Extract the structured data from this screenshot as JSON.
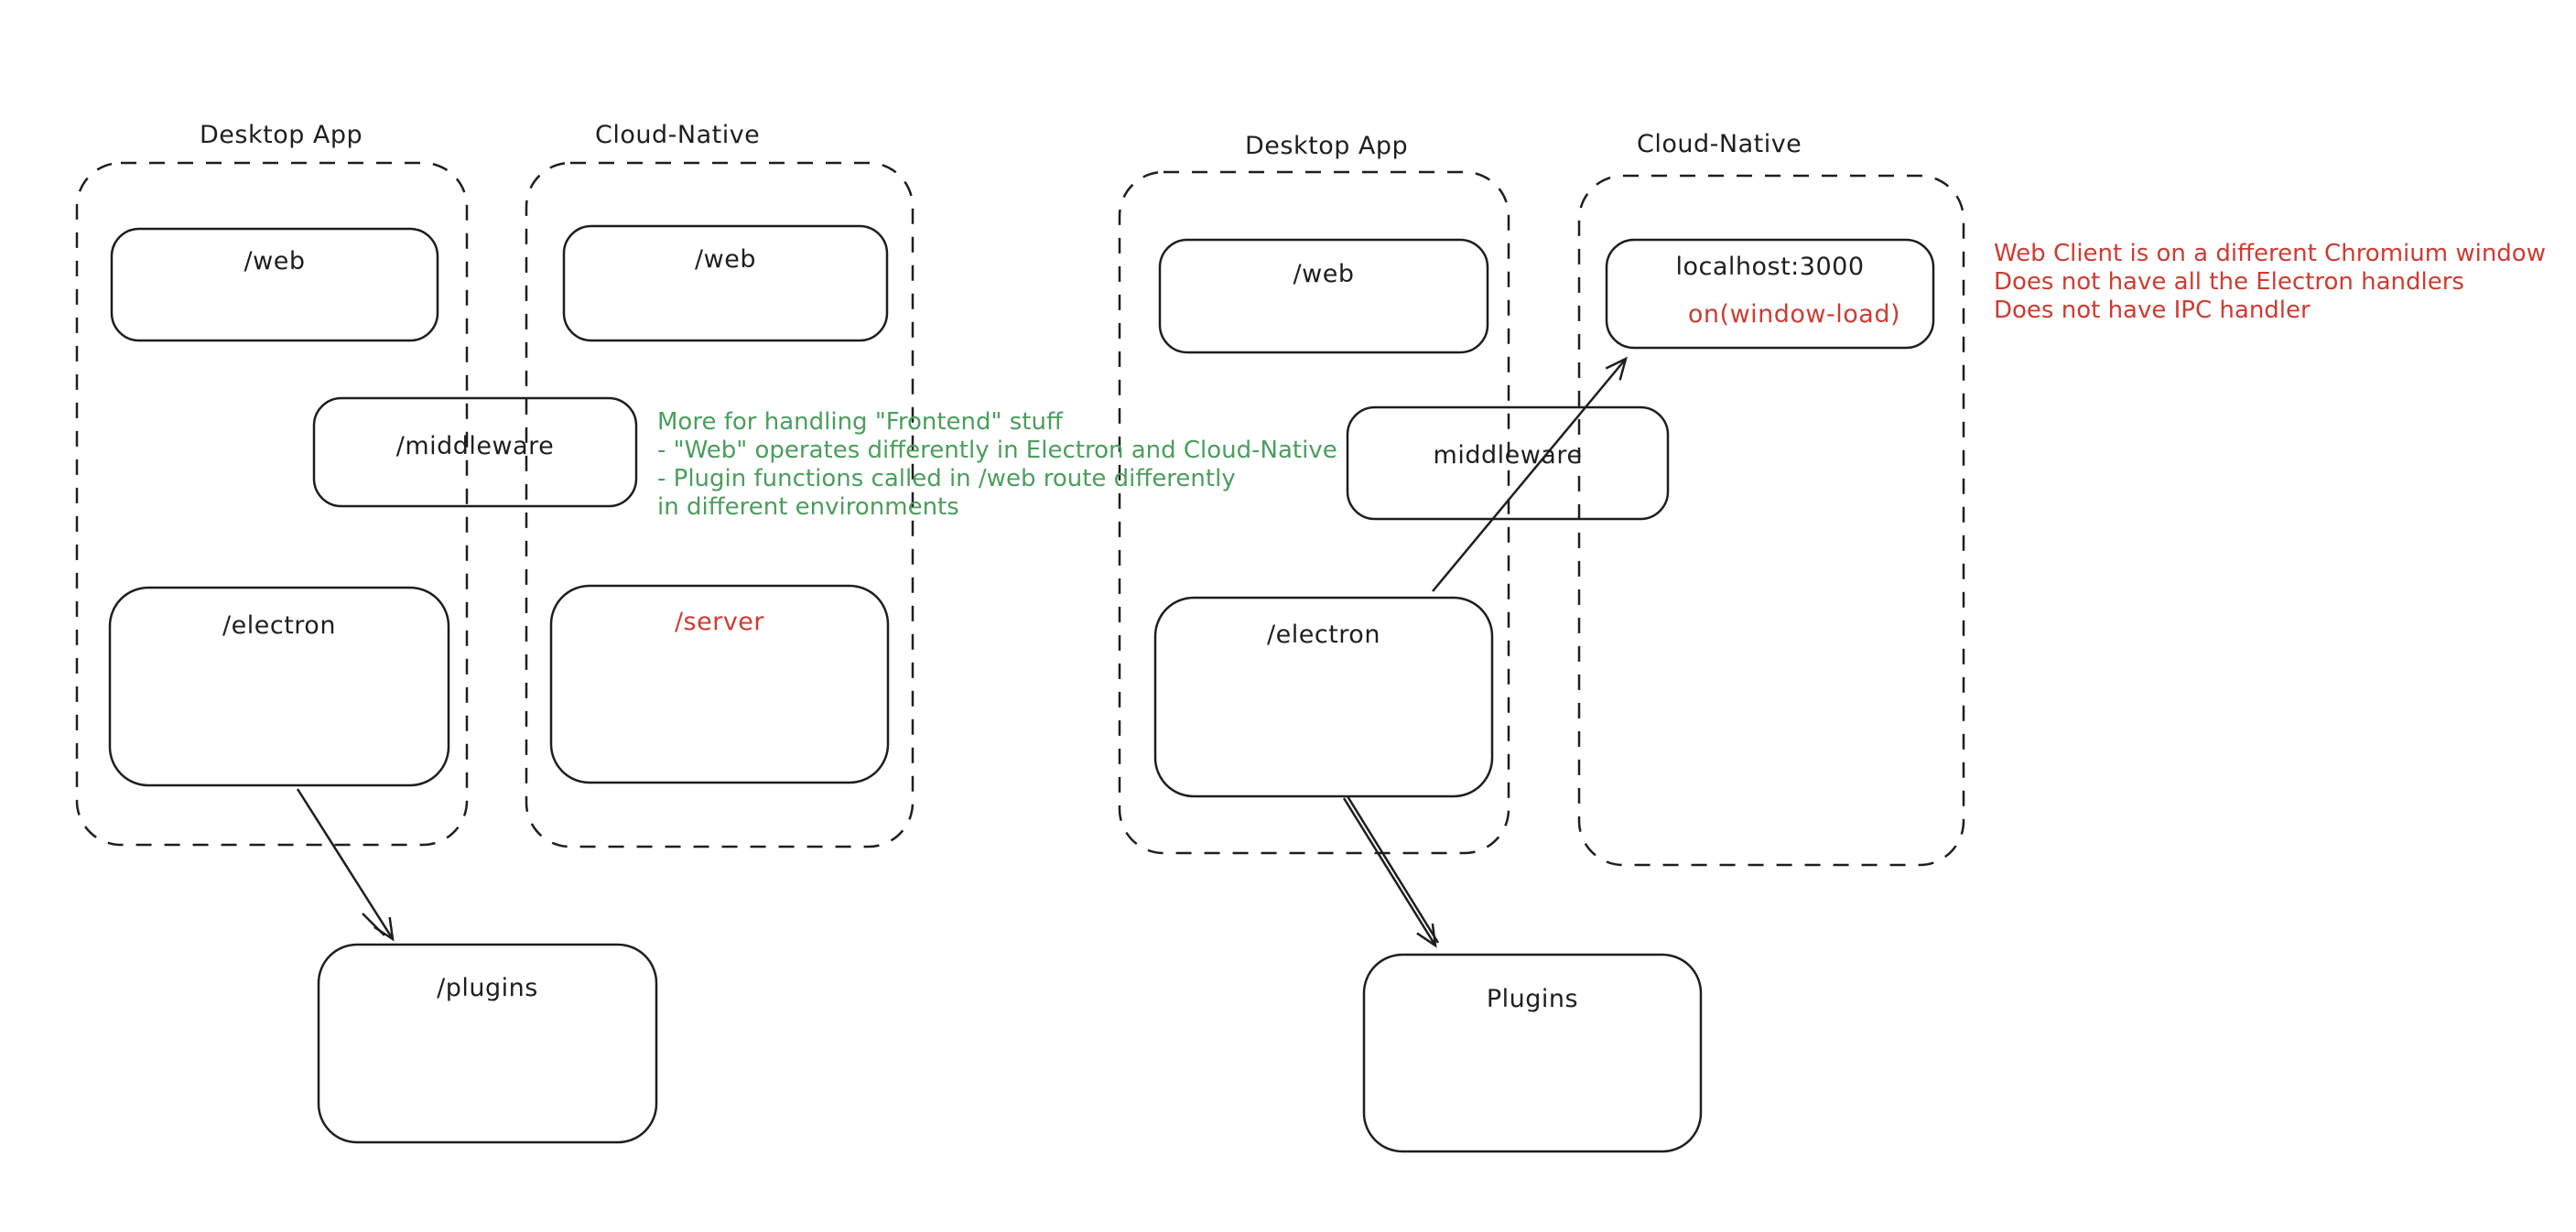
{
  "colors": {
    "ink": "#1e1e1e",
    "green_note": "#4a9e5c",
    "red_note": "#cf3b31",
    "background": "#ffffff"
  },
  "left_diagram": {
    "desktop_label": "Desktop App",
    "cloud_label": "Cloud-Native",
    "web_desktop": "/web",
    "web_cloud": "/web",
    "middleware": "/middleware",
    "electron": "/electron",
    "server": "/server",
    "plugins": "/plugins"
  },
  "green_note": {
    "line1": "More for handling \"Frontend\" stuff",
    "line2": "- \"Web\" operates differently in Electron and Cloud-Native",
    "line3": "- Plugin functions called in /web route differently",
    "line4": "in different environments"
  },
  "right_diagram": {
    "desktop_label": "Desktop App",
    "cloud_label": "Cloud-Native",
    "web": "/web",
    "localhost": "localhost:3000",
    "window_load": "on(window-load)",
    "middleware": "middleware",
    "electron": "/electron",
    "plugins": "Plugins"
  },
  "red_note": {
    "line1": "Web Client is on a different Chromium window",
    "line2": "Does not have all the Electron handlers",
    "line3": "Does not have IPC handler"
  },
  "connections": [
    {
      "from": "/electron (left Desktop App)",
      "to": "/plugins"
    },
    {
      "from": "/electron (right Desktop App)",
      "to": "localhost:3000"
    },
    {
      "from": "/electron (right Desktop App)",
      "to": "Plugins"
    }
  ]
}
